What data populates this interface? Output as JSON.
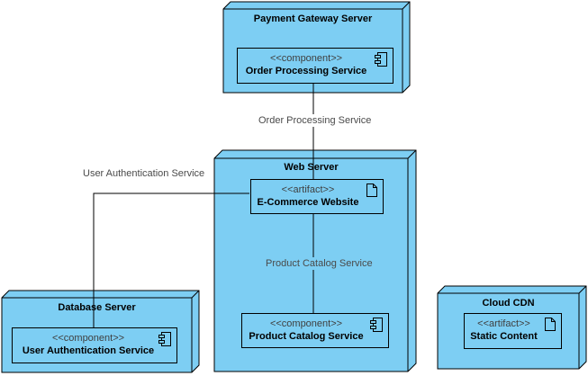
{
  "diagram": {
    "theme": {
      "background": "#ffffff",
      "node_fill": "#7DCEF3",
      "border_color": "#000000",
      "title_color": "#000000",
      "stereotype_color": "#3f3f3f",
      "label_color": "#4a4a4a"
    },
    "nodes": [
      {
        "id": "payment-gateway-server",
        "title": "Payment Gateway Server",
        "elements": [
          {
            "type": "component",
            "stereotype": "<<component>>",
            "name": "Order Processing Service"
          }
        ]
      },
      {
        "id": "web-server",
        "title": "Web Server",
        "elements": [
          {
            "type": "artifact",
            "stereotype": "<<artifact>>",
            "name": "E-Commerce Website"
          },
          {
            "type": "component",
            "stereotype": "<<component>>",
            "name": "Product Catalog Service"
          }
        ]
      },
      {
        "id": "database-server",
        "title": "Database Server",
        "elements": [
          {
            "type": "component",
            "stereotype": "<<component>>",
            "name": "User Authentication Service"
          }
        ]
      },
      {
        "id": "cloud-cdn",
        "title": "Cloud CDN",
        "elements": [
          {
            "type": "artifact",
            "stereotype": "<<artifact>>",
            "name": "Static Content"
          }
        ]
      }
    ],
    "connections": [
      {
        "label": "Order Processing Service",
        "from": "Order Processing Service",
        "to": "E-Commerce Website"
      },
      {
        "label": "User Authentication Service",
        "from": "E-Commerce Website",
        "to": "User Authentication Service"
      },
      {
        "label": "Product Catalog Service",
        "from": "E-Commerce Website",
        "to": "Product Catalog Service"
      }
    ]
  }
}
